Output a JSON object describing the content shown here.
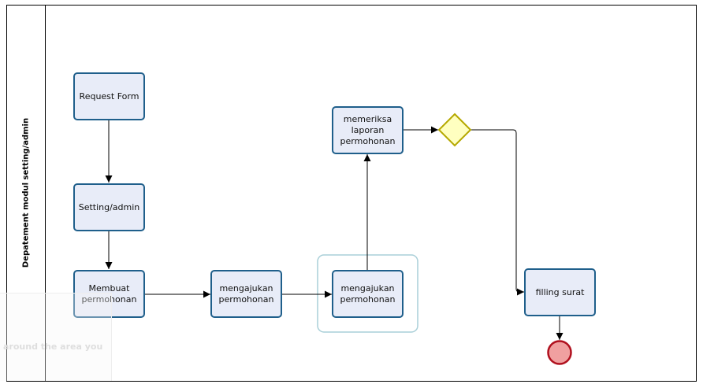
{
  "lane": {
    "label": "Depatement modul setting/admin"
  },
  "tasks": {
    "request_form": "Request Form",
    "setting_admin": "Setting/admin",
    "membuat": "Membuat\npermohonan",
    "mengajukan_1": "mengajukan\npermohonan",
    "mengajukan_2": "mengajukan\npermohonan",
    "memeriksa": "memeriksa\nlaporan\npermohonan",
    "filling": "filling surat"
  },
  "overlay": {
    "hint_text": "around the area you"
  },
  "colors": {
    "task_fill": "#e8ecf8",
    "task_border": "#1f5f8b",
    "gateway_fill": "#ffffc0",
    "gateway_border": "#b5a800",
    "end_fill": "#f0a0a0",
    "end_border": "#b0101e",
    "selection": "#a9cfd8"
  }
}
